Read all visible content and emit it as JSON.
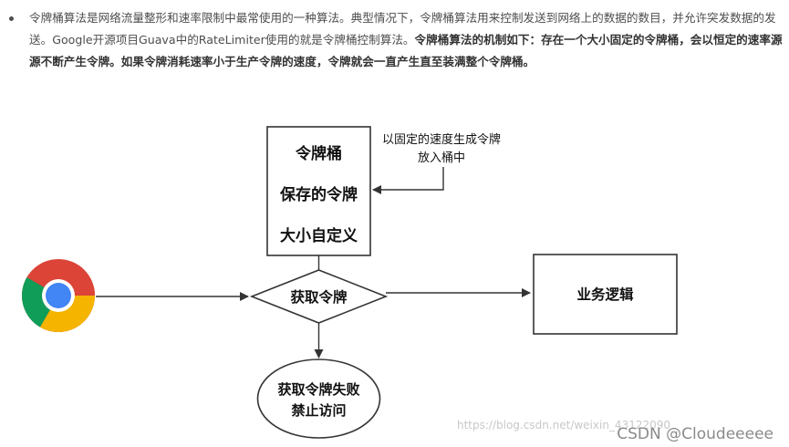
{
  "article": {
    "paragraph_normal": "令牌桶算法是网络流量整形和速率限制中最常使用的一种算法。典型情况下，令牌桶算法用来控制发送到网络上的数据的数目，并允许突发数据的发送。Google开源项目Guava中的RateLimiter使用的就是令牌桶控制算法。",
    "paragraph_bold": "令牌桶算法的机制如下：存在一个大小固定的令牌桶，会以恒定的速率源源不断产生令牌。如果令牌消耗速率小于生产令牌的速度，令牌就会一直产生直至装满整个令牌桶。"
  },
  "diagram": {
    "bucket_line1": "令牌桶",
    "bucket_line2": "保存的令牌",
    "bucket_line3": "大小自定义",
    "note_line1": "以固定的速度生成令牌",
    "note_line2": "放入桶中",
    "decision": "获取令牌",
    "business": "业务逻辑",
    "fail_line1": "获取令牌失败",
    "fail_line2": "禁止访问"
  },
  "watermark": {
    "url": "https://blog.csdn.net/weixin_43122090",
    "credit": "CSDN @Cloudeeeee"
  },
  "icons": {
    "browser": "chrome-logo-icon"
  },
  "colors": {
    "chrome_red": "#db4437",
    "chrome_green": "#0f9d58",
    "chrome_yellow": "#f4b400",
    "chrome_blue": "#4285f4",
    "line": "#333333"
  }
}
